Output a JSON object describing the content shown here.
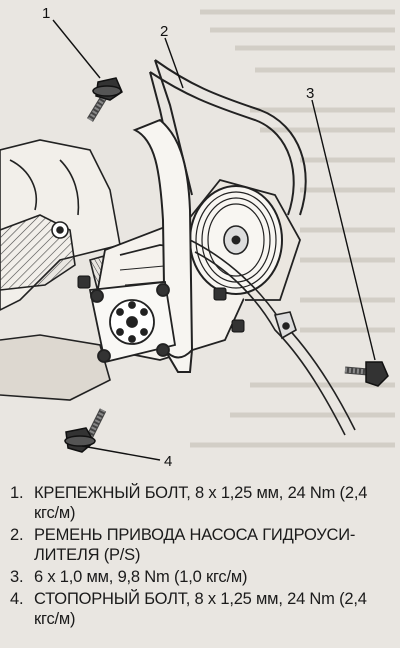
{
  "diagram": {
    "callouts": [
      "1",
      "2",
      "3",
      "4"
    ]
  },
  "legend": {
    "items": [
      {
        "num": "1.",
        "text": "КРЕПЕЖНЫЙ БОЛТ, 8 x 1,25 мм, 24 Nm (2,4 кгс/м)"
      },
      {
        "num": "2.",
        "text": "РЕМЕНЬ ПРИВОДА НАСОСА ГИДРОУСИ-ЛИТЕЛЯ (P/S)"
      },
      {
        "num": "3.",
        "text": "6 x 1,0 мм, 9,8 Nm (1,0 кгс/м)"
      },
      {
        "num": "4.",
        "text": "СТОПОРНЫЙ БОЛТ, 8 x 1,25 мм, 24 Nm (2,4 кгс/м)"
      }
    ]
  }
}
